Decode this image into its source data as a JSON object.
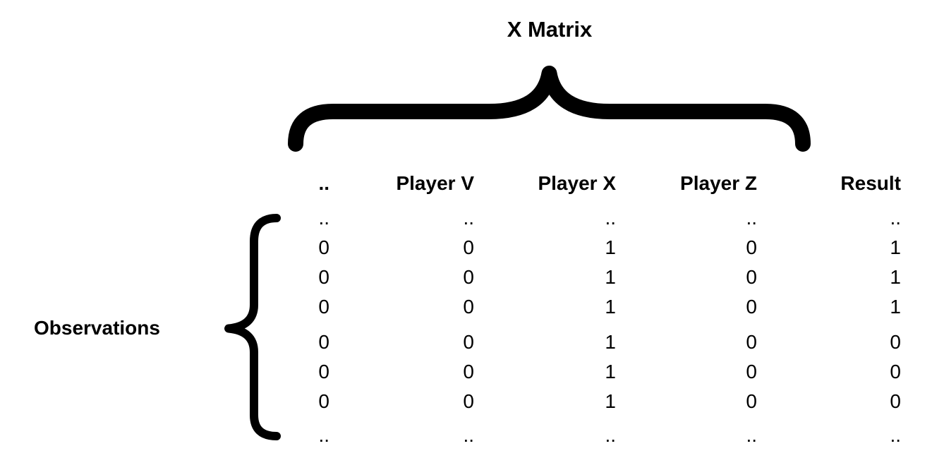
{
  "title": "X Matrix",
  "observations_label": "Observations",
  "colors": {
    "text": "#000000",
    "brace": "#000000",
    "background": "#ffffff"
  },
  "table": {
    "columns": [
      "..",
      "Player V",
      "Player X",
      "Player Z",
      "Result"
    ],
    "rows": [
      [
        "..",
        "..",
        "..",
        "..",
        ".."
      ],
      [
        "0",
        "0",
        "1",
        "0",
        "1"
      ],
      [
        "0",
        "0",
        "1",
        "0",
        "1"
      ],
      [
        "0",
        "0",
        "1",
        "0",
        "1"
      ],
      [
        "0",
        "0",
        "1",
        "0",
        "0"
      ],
      [
        "0",
        "0",
        "1",
        "0",
        "0"
      ],
      [
        "0",
        "0",
        "1",
        "0",
        "0"
      ],
      [
        "..",
        "..",
        "..",
        "..",
        ".."
      ]
    ]
  }
}
